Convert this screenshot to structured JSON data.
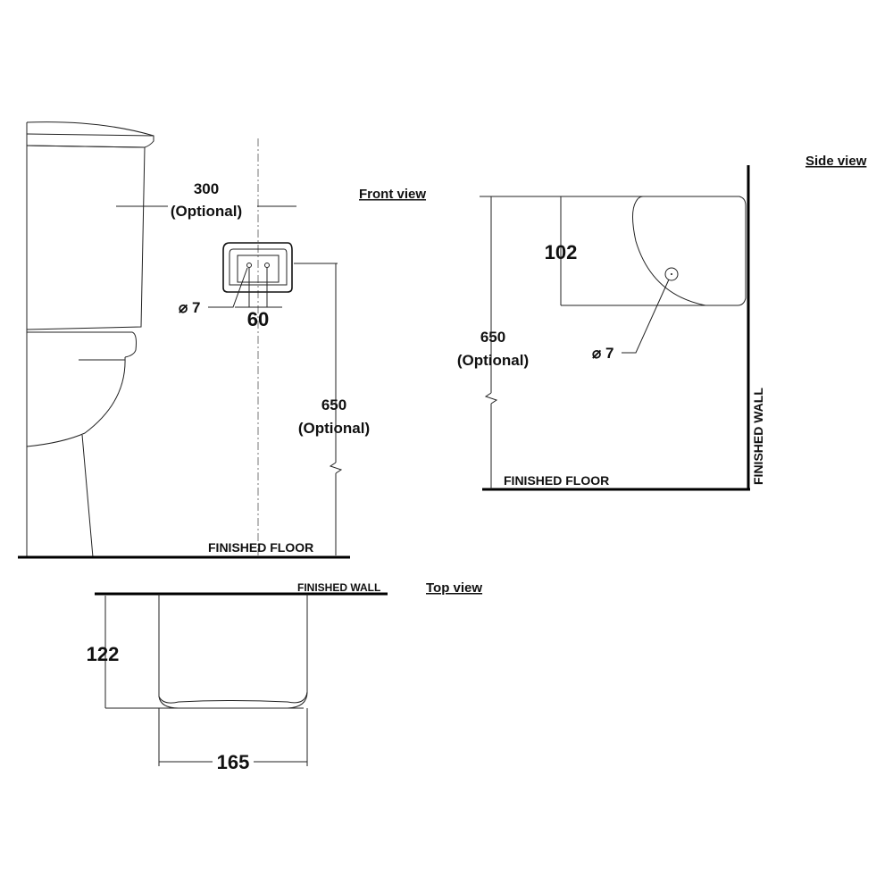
{
  "views": {
    "front": "Front view",
    "side": "Side view",
    "top": "Top view"
  },
  "front": {
    "dim_300": "300",
    "dim_300_note": "(Optional)",
    "dim_60": "60",
    "hole_dia": "⌀ 7",
    "dim_650": "650",
    "dim_650_note": "(Optional)",
    "floor_label": "FINISHED FLOOR"
  },
  "side": {
    "dim_102": "102",
    "dim_650": "650",
    "dim_650_note": "(Optional)",
    "hole_dia": "⌀ 7",
    "floor_label": "FINISHED FLOOR",
    "wall_label": "FINISHED WALL"
  },
  "top": {
    "wall_label": "FINISHED WALL",
    "dim_122": "122",
    "dim_165": "165"
  }
}
